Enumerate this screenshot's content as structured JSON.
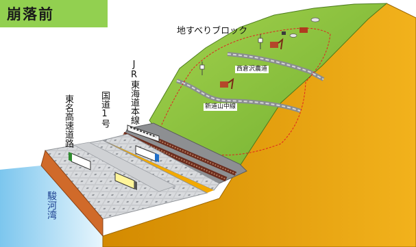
{
  "title_badge": {
    "label": "崩落前"
  },
  "labels": {
    "landslide_block": "地すべりブロック",
    "jr_line": "JR東海道本線",
    "route1": "国道1号",
    "tomei": "東名高速道路",
    "bay": "駿河湾",
    "upper_road": "西倉沢農道",
    "lower_road": "新道山中線"
  },
  "colors": {
    "badge": "#92d050",
    "slope_green": "#8cc43f",
    "cliff_orange": "#e8a200",
    "sea": "#9fd6f2",
    "slide_outline": "#e02020"
  }
}
